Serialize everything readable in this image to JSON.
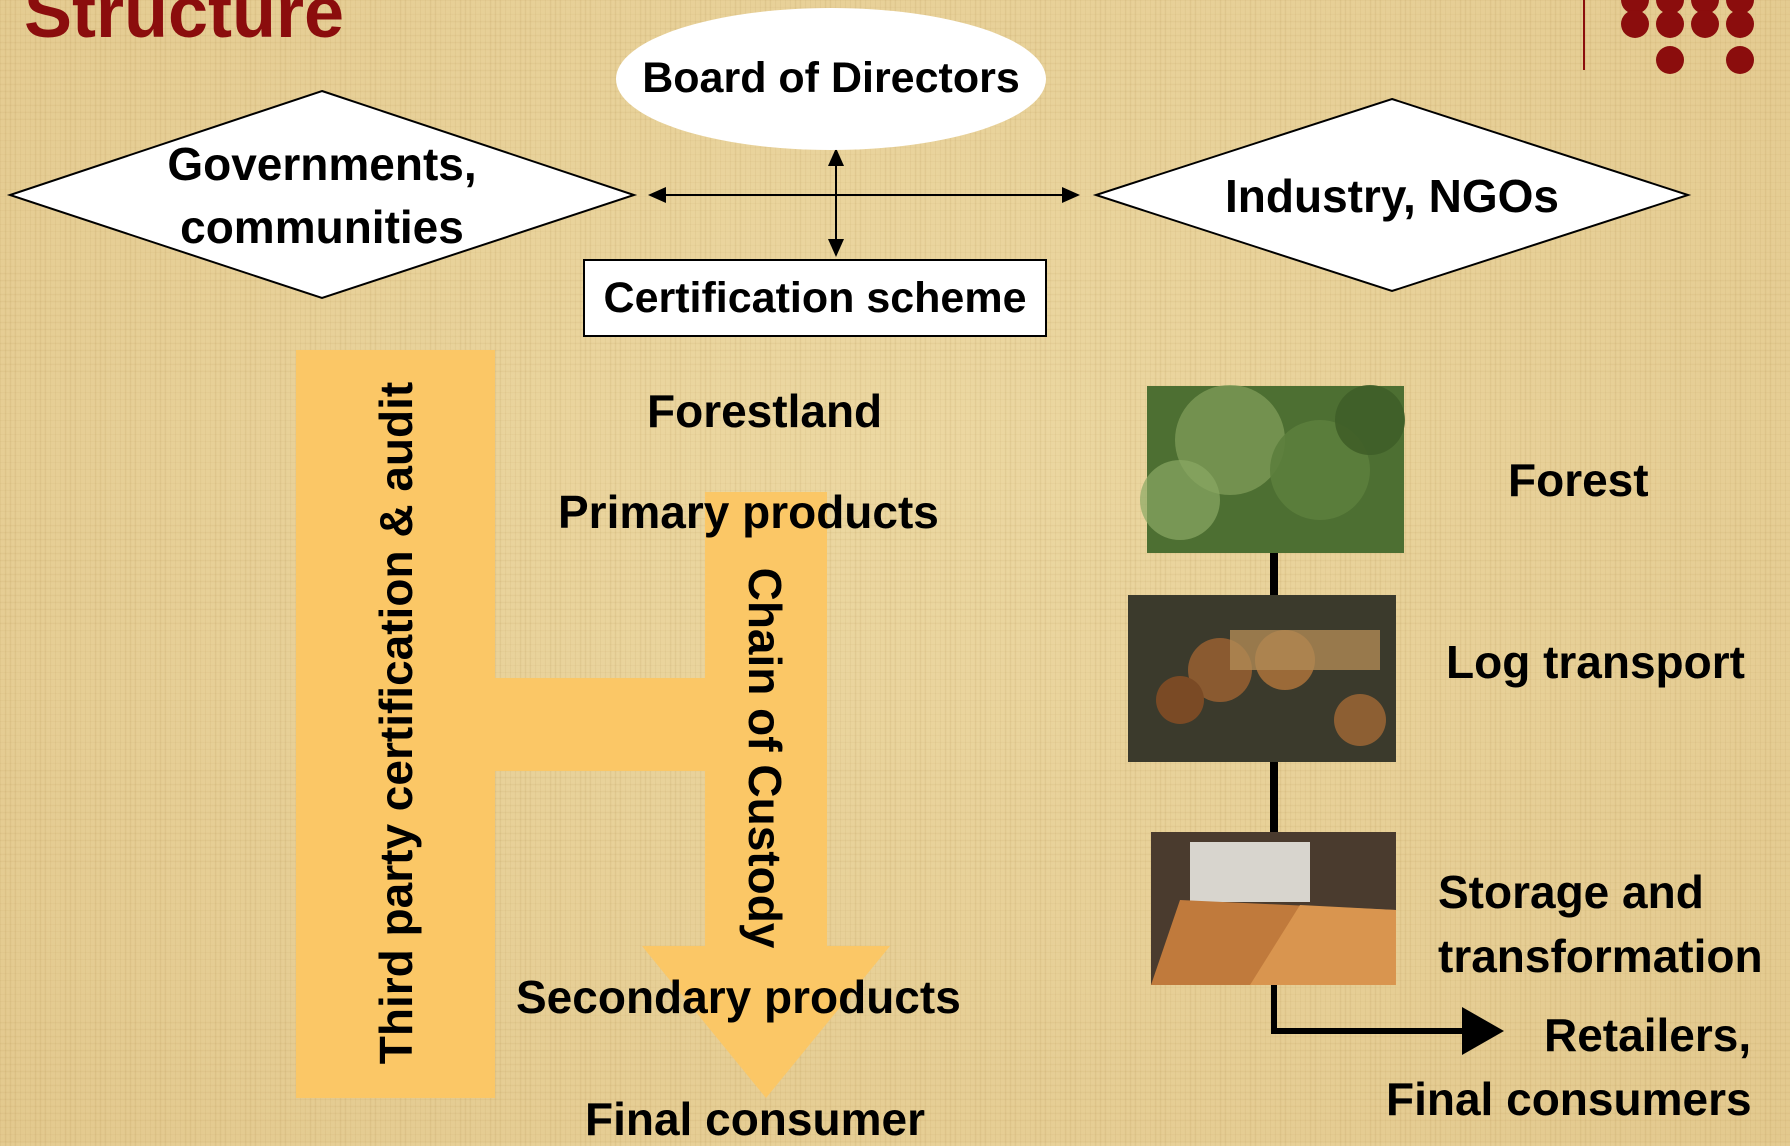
{
  "slide": {
    "title": "Structure"
  },
  "colors": {
    "title": "#8b0d0d",
    "band": "#fbc766",
    "background": "#e8d29a"
  },
  "top": {
    "board": "Board of Directors",
    "governments_line1": "Governments,",
    "governments_line2": "communities",
    "industry": "Industry, NGOs",
    "certification": "Certification scheme"
  },
  "left_flow": {
    "audit_label": "Third party certification & audit",
    "custody_label": "Chain of Custody",
    "forestland": "Forestland",
    "primary": "Primary products",
    "secondary": "Secondary products",
    "final": "Final consumer"
  },
  "right_flow": {
    "forest": "Forest",
    "log_transport": "Log transport",
    "storage_line1": "Storage and",
    "storage_line2": "transformation",
    "retail_line1": "Retailers,",
    "retail_line2": "Final consumers"
  },
  "icons": {
    "logo": "dot-grid-logo"
  }
}
